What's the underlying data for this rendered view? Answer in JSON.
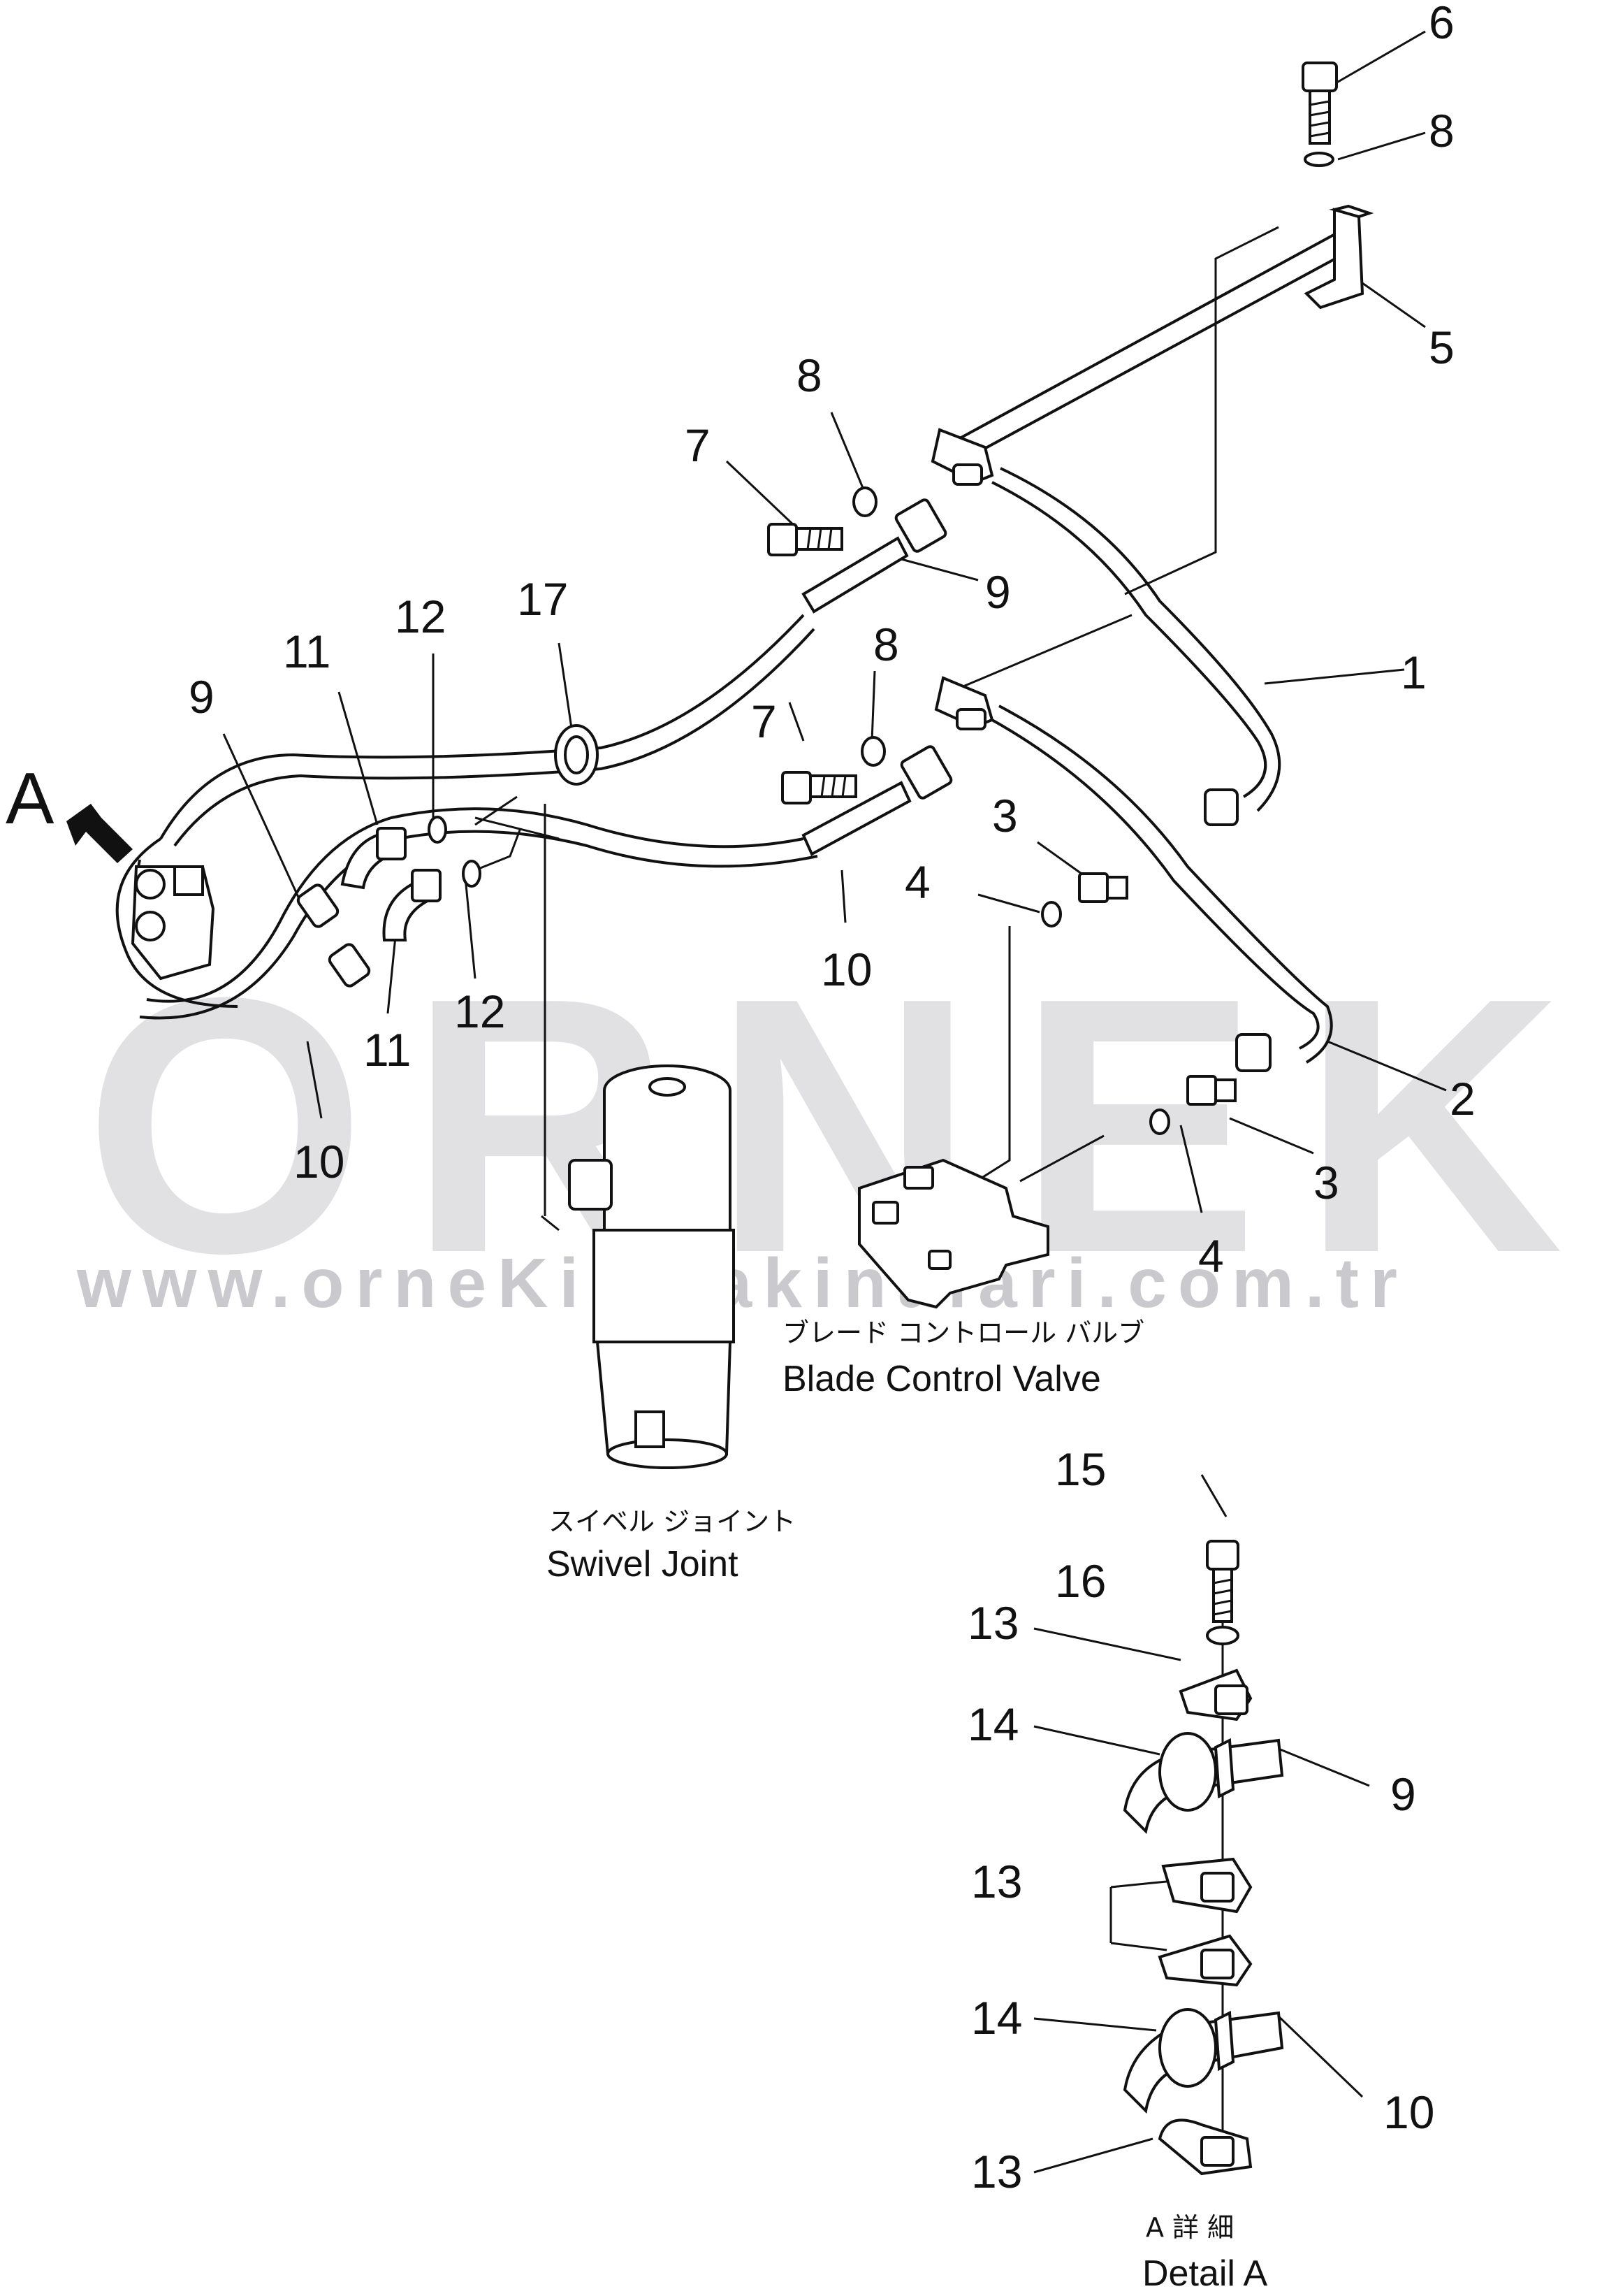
{
  "watermark": {
    "brand": "ORNEK",
    "url": "www.orneKismakinalari.com.tr"
  },
  "view_marker": {
    "label": "A"
  },
  "part_numbers": {
    "p6": "6",
    "p8_top": "8",
    "p5": "5",
    "p8_mid": "8",
    "p7_mid": "7",
    "p9_mid": "9",
    "p17": "17",
    "p12_top": "12",
    "p11_top": "11",
    "p9_left": "9",
    "p1": "1",
    "p8_low": "8",
    "p7_low": "7",
    "p3_top": "3",
    "p4_top": "4",
    "p10_mid": "10",
    "p12_low": "12",
    "p11_low": "11",
    "p10_left": "10",
    "p2": "2",
    "p3_low": "3",
    "p4_low": "4",
    "p15": "15",
    "p16": "16",
    "p13_a": "13",
    "p14_a": "14",
    "p9_detail": "9",
    "p13_b": "13",
    "p14_b": "14",
    "p10_detail": "10",
    "p13_c": "13"
  },
  "captions": {
    "blade_jp": "ブレード コントロール バルブ",
    "blade_en": "Blade Control Valve",
    "swivel_jp": "スイベル ジョイント",
    "swivel_en": "Swivel Joint",
    "detail_jp": "A 詳 細",
    "detail_en": "Detail A"
  },
  "icons": [
    "arrow-a-icon",
    "bolt-icon",
    "washer-icon",
    "o-ring-icon",
    "clamp-icon",
    "elbow-fitting-icon"
  ]
}
